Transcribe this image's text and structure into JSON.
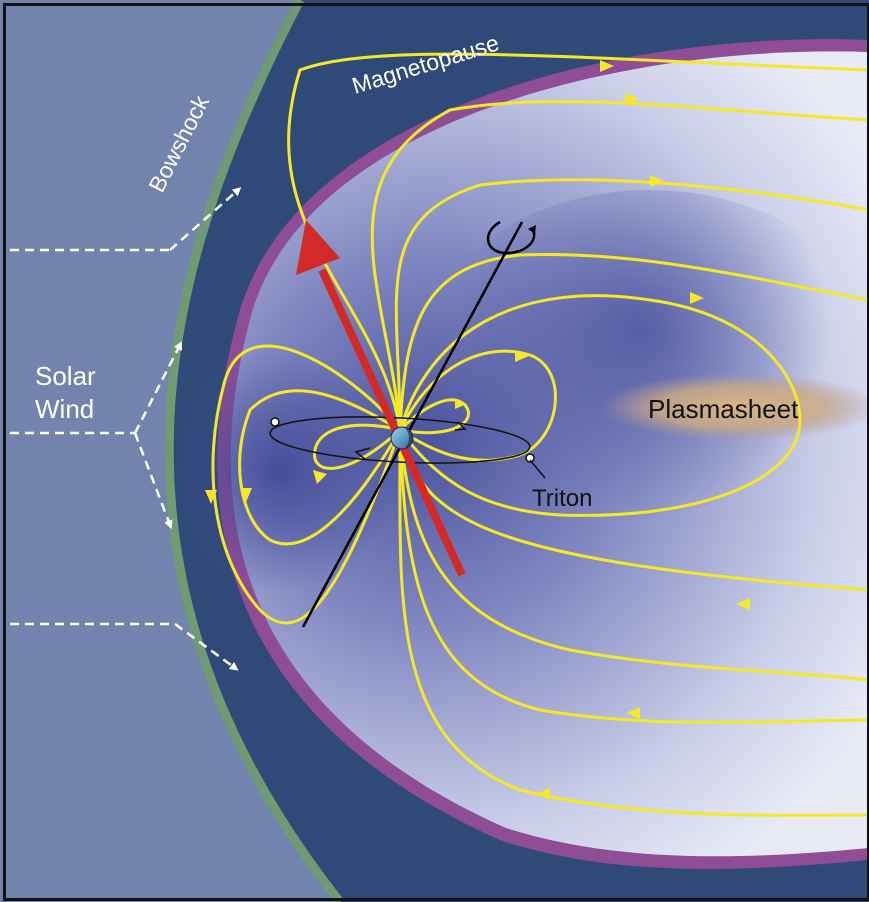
{
  "labels": {
    "bowshock": "Bowshock",
    "magnetopause": "Magnetopause",
    "solar_wind_line1": "Solar",
    "solar_wind_line2": "Wind",
    "plasmasheet": "Plasmasheet",
    "triton": "Triton"
  },
  "colors": {
    "solar_wind_region": "#7283ad",
    "bowshock": "#6f9b73",
    "sheath": "#2f4a78",
    "magnetopause_edge": "#a04d9a",
    "magnetosphere_light": "#dde1f2",
    "magnetosphere_dark": "#5c63a8",
    "field_lines": "#f4e829",
    "magnetic_axis": "#d42a27",
    "rotation_axis": "#000000",
    "plasmasheet": "#d2b183",
    "label_white": "#ffffff",
    "label_dark": "#111111"
  }
}
